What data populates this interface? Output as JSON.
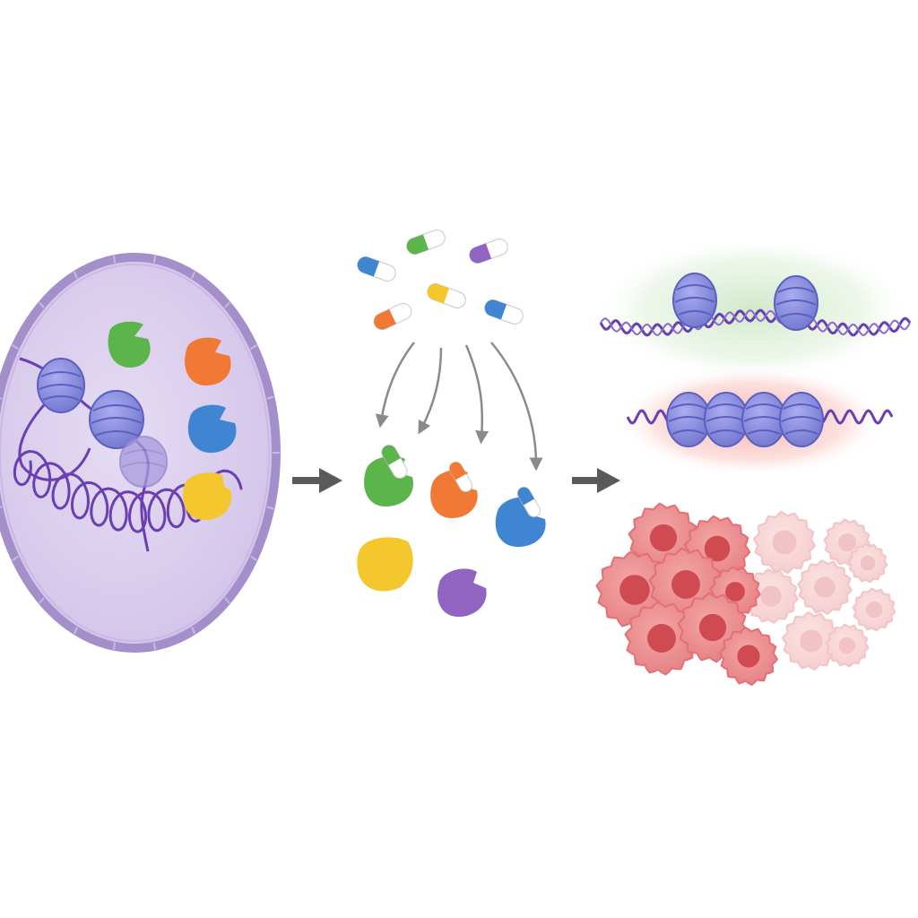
{
  "colors": {
    "background": "#ffffff",
    "cell_membrane": "#a58fcb",
    "cell_fill": "#ddd3ee",
    "dna_strand": "#6a3fb1",
    "nucleosome": "#8b8fe0",
    "enzyme_green": "#5cb54a",
    "enzyme_orange": "#f07a35",
    "enzyme_blue": "#3f85d2",
    "enzyme_yellow": "#f5c72e",
    "enzyme_purple": "#9164c2",
    "arrow": "#5a5a5a",
    "open_glow": "#cfe8c8",
    "closed_glow": "#f6b3ae",
    "tumor_cell": "#e98a8c",
    "tumor_nucleus": "#d04a52"
  },
  "icons": {
    "cell": "eukaryotic-cell-icon",
    "nucleosome": "histone-nucleosome-icon",
    "enzyme": "epigenetic-enzyme-icon",
    "drug": "capsule-drug-icon",
    "step_arrow": "right-arrow-icon",
    "tumor": "tumor-cell-cluster-icon"
  },
  "panels": [
    {
      "id": "cell-chromatin",
      "content": [
        "nucleus-membrane",
        "nucleosome",
        "dna-strand",
        "epigenetic-enzyme"
      ]
    },
    {
      "id": "drug-inhibition",
      "content": [
        "capsule-drug",
        "epigenetic-enzyme",
        "binding-arrow"
      ]
    },
    {
      "id": "outcome",
      "content": [
        "open-chromatin",
        "closed-chromatin",
        "tumor-cell-cluster"
      ]
    }
  ]
}
